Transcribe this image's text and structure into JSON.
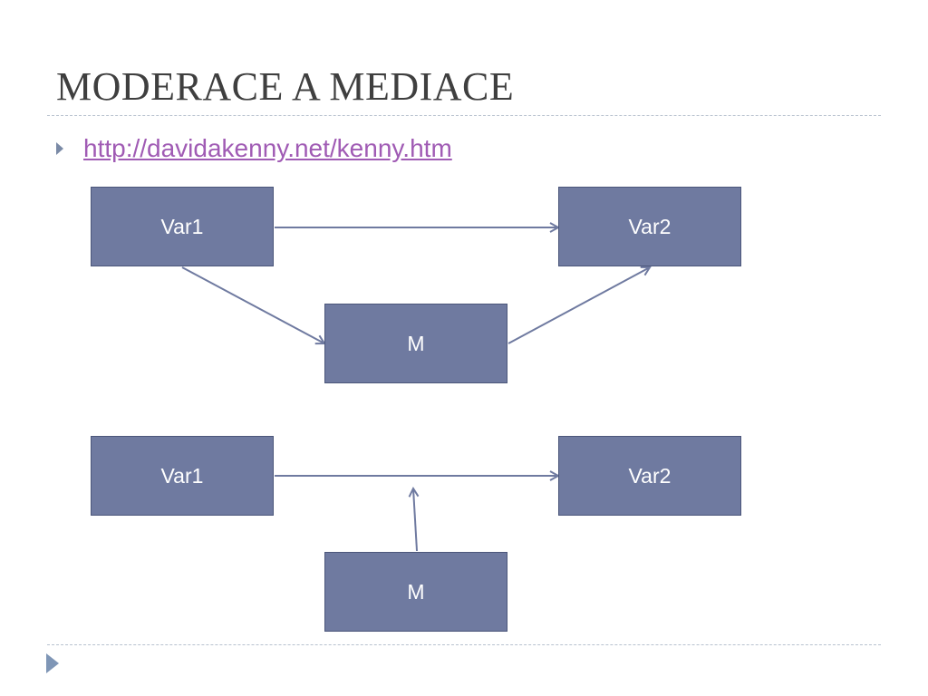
{
  "slide": {
    "title": "MODERACE A MEDIACE",
    "bullet_link": "http://davidakenny.net/kenny.htm"
  },
  "mediation_diagram": {
    "var1_label": "Var1",
    "var2_label": "Var2",
    "m_label": "M"
  },
  "moderation_diagram": {
    "var1_label": "Var1",
    "var2_label": "Var2",
    "m_label": "M"
  },
  "colors": {
    "box_fill": "#6f7aa0",
    "box_border": "#4b567a",
    "arrow": "#6f7aa0",
    "link": "#a05bb4",
    "title": "#3f3f3f"
  }
}
